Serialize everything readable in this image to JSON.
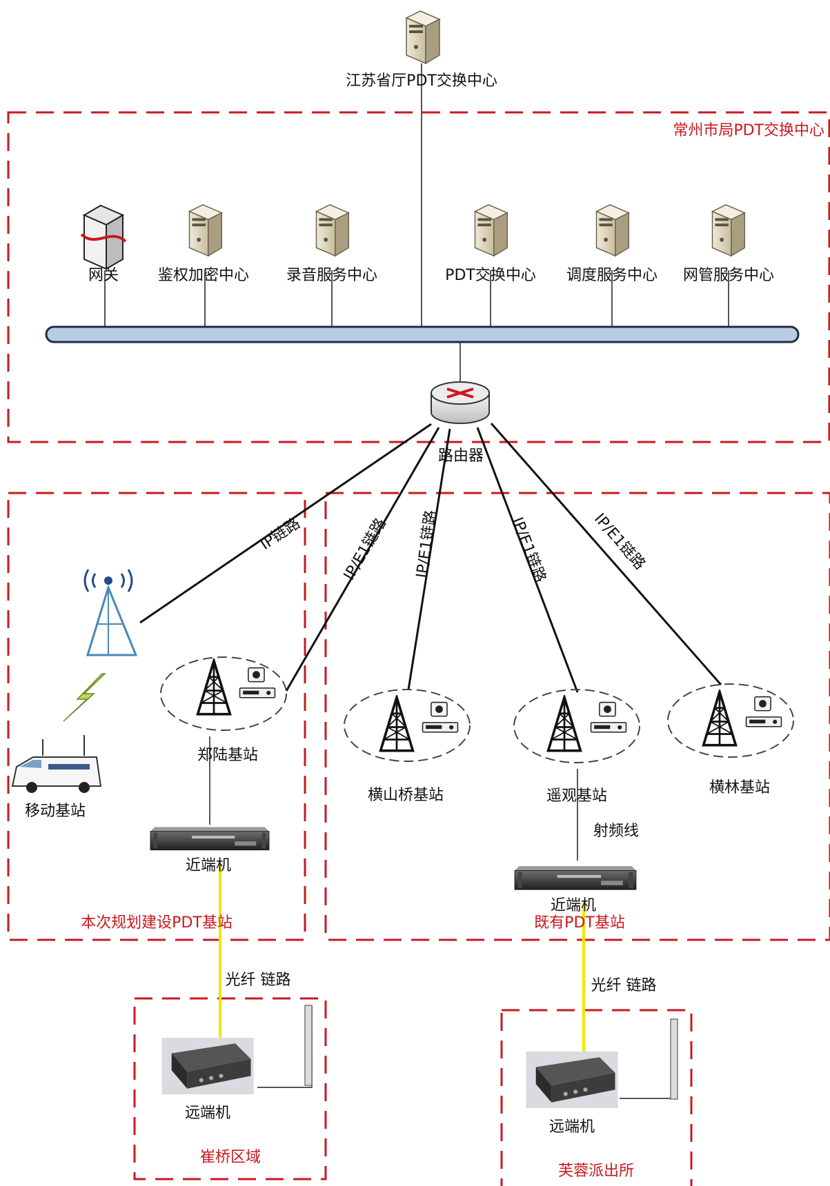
{
  "top_center": {
    "label": "江苏省厅PDT交换中心"
  },
  "city_center": {
    "region_label": "常州市局PDT交换中心",
    "servers": [
      {
        "label": "网关",
        "icon": "gateway-server-icon"
      },
      {
        "label": "鉴权加密中心",
        "icon": "server-icon"
      },
      {
        "label": "录音服务中心",
        "icon": "server-icon"
      },
      {
        "label": "PDT交换中心",
        "icon": "server-icon"
      },
      {
        "label": "调度服务中心",
        "icon": "server-icon"
      },
      {
        "label": "网管服务中心",
        "icon": "server-icon"
      }
    ],
    "router_label": "路由器"
  },
  "links": {
    "ip": "IP链路",
    "ip_e1": "IP/E1链路",
    "rf": "射频线",
    "fiber": "光纤 链路"
  },
  "planned_region": {
    "label": "本次规划建设PDT基站",
    "mobile_station": "移动基站",
    "station": "郑陆基站",
    "near_end": "近端机"
  },
  "existing_region": {
    "label": "既有PDT基站",
    "stations": [
      "横山桥基站",
      "遥观基站",
      "横林基站"
    ],
    "near_end": "近端机"
  },
  "remote_sites": [
    {
      "region_label": "崔桥区域",
      "device": "远端机"
    },
    {
      "region_label": "芙蓉派出所",
      "device": "远端机"
    }
  ],
  "colors": {
    "region_border": "#c8191e",
    "region_text": "#c8191e",
    "fiber": "#f2e600",
    "bus": "#b8cce4",
    "line": "#111111"
  }
}
